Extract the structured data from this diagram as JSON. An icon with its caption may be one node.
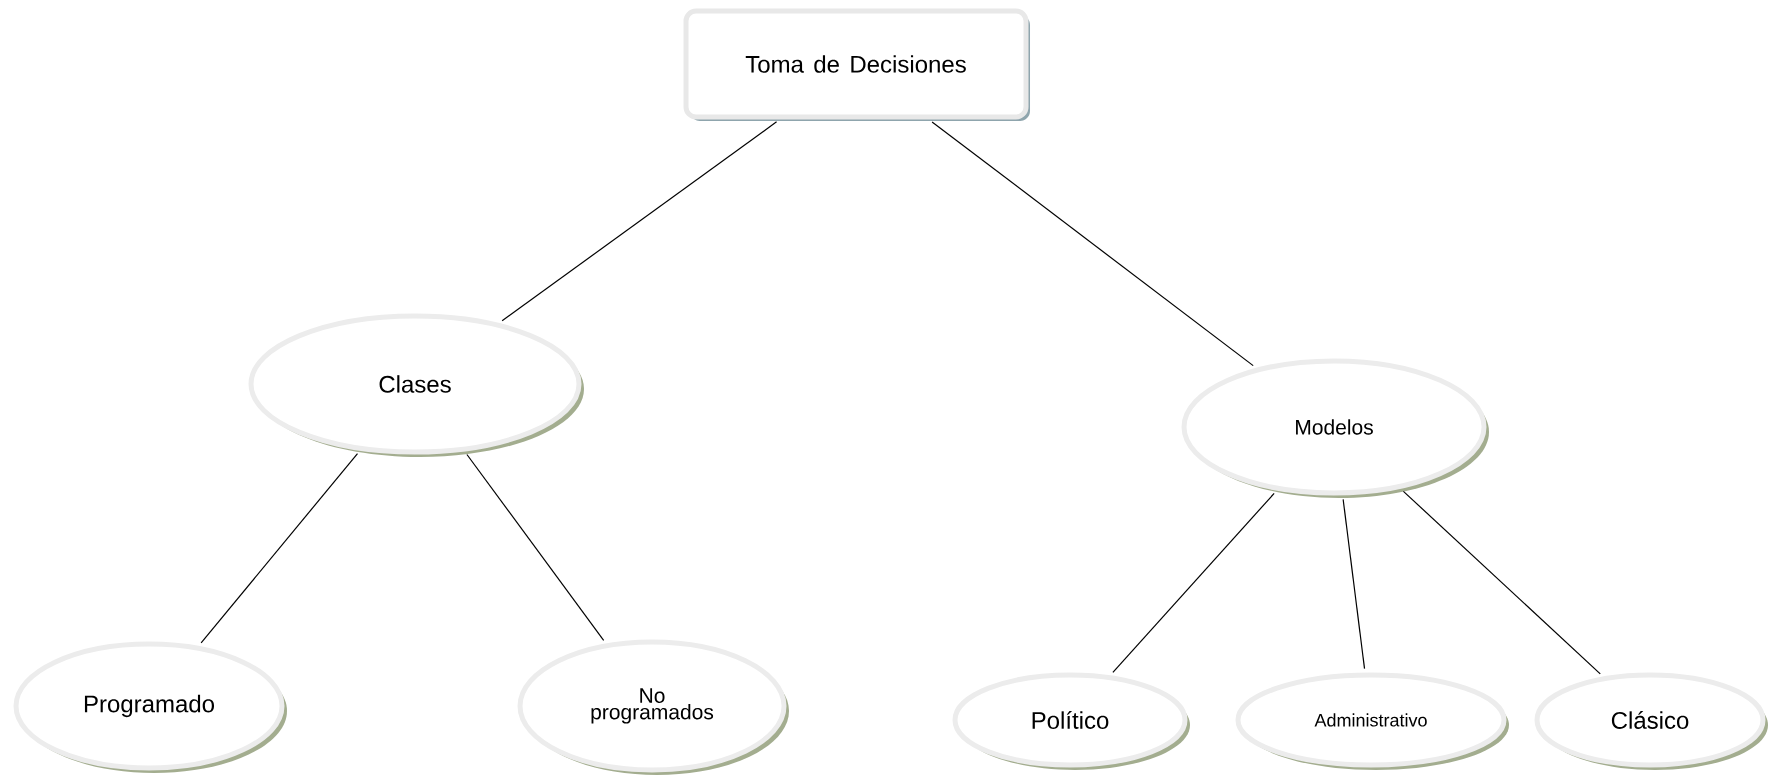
{
  "diagram": {
    "nodes": [
      {
        "text": [
          "Toma de Decisiones"
        ]
      },
      {
        "text": [
          "Clases"
        ]
      },
      {
        "text": [
          "Modelos"
        ]
      },
      {
        "text": [
          "Programado"
        ]
      },
      {
        "text": [
          "No programados"
        ]
      },
      {
        "text": [
          "Político"
        ]
      },
      {
        "text": [
          "Administrativo"
        ]
      },
      {
        "text": [
          "Clásico"
        ]
      }
    ],
    "edges": [
      {
        "from": 0,
        "to": 1,
        "arrow": "none"
      },
      {
        "from": 0,
        "to": 2,
        "arrow": "none"
      },
      {
        "from": 1,
        "to": 3,
        "arrow": "none"
      },
      {
        "from": 1,
        "to": 4,
        "arrow": "none"
      },
      {
        "from": 2,
        "to": 5,
        "arrow": "none"
      },
      {
        "from": 2,
        "to": 6,
        "arrow": "none"
      },
      {
        "from": 2,
        "to": 7,
        "arrow": "none"
      }
    ]
  }
}
